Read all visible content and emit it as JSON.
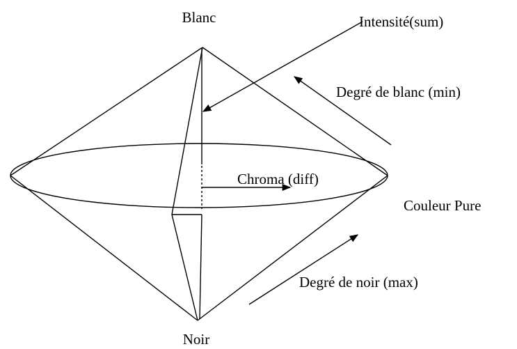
{
  "labels": {
    "top": "Blanc",
    "bottom": "Noir",
    "intensity": "Intensité(sum)",
    "whiteness": "Degré de blanc (min)",
    "chroma": "Chroma (diff)",
    "pure_color": "Couleur Pure",
    "blackness": "Degré de noir (max)"
  },
  "colors": {
    "ink": "#000000",
    "background": "#ffffff"
  }
}
